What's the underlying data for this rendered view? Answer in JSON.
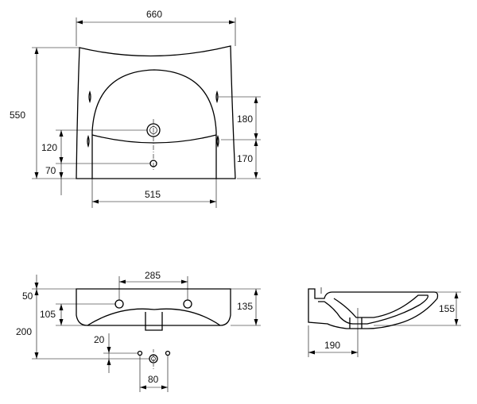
{
  "dimensions": {
    "top_width": "660",
    "top_height": "550",
    "top_180": "180",
    "top_170": "170",
    "top_120": "120",
    "top_70": "70",
    "top_515": "515",
    "front_285": "285",
    "front_50": "50",
    "front_105": "105",
    "front_135": "135",
    "front_200": "200",
    "front_20": "20",
    "front_80": "80",
    "side_155": "155",
    "side_190": "190"
  }
}
